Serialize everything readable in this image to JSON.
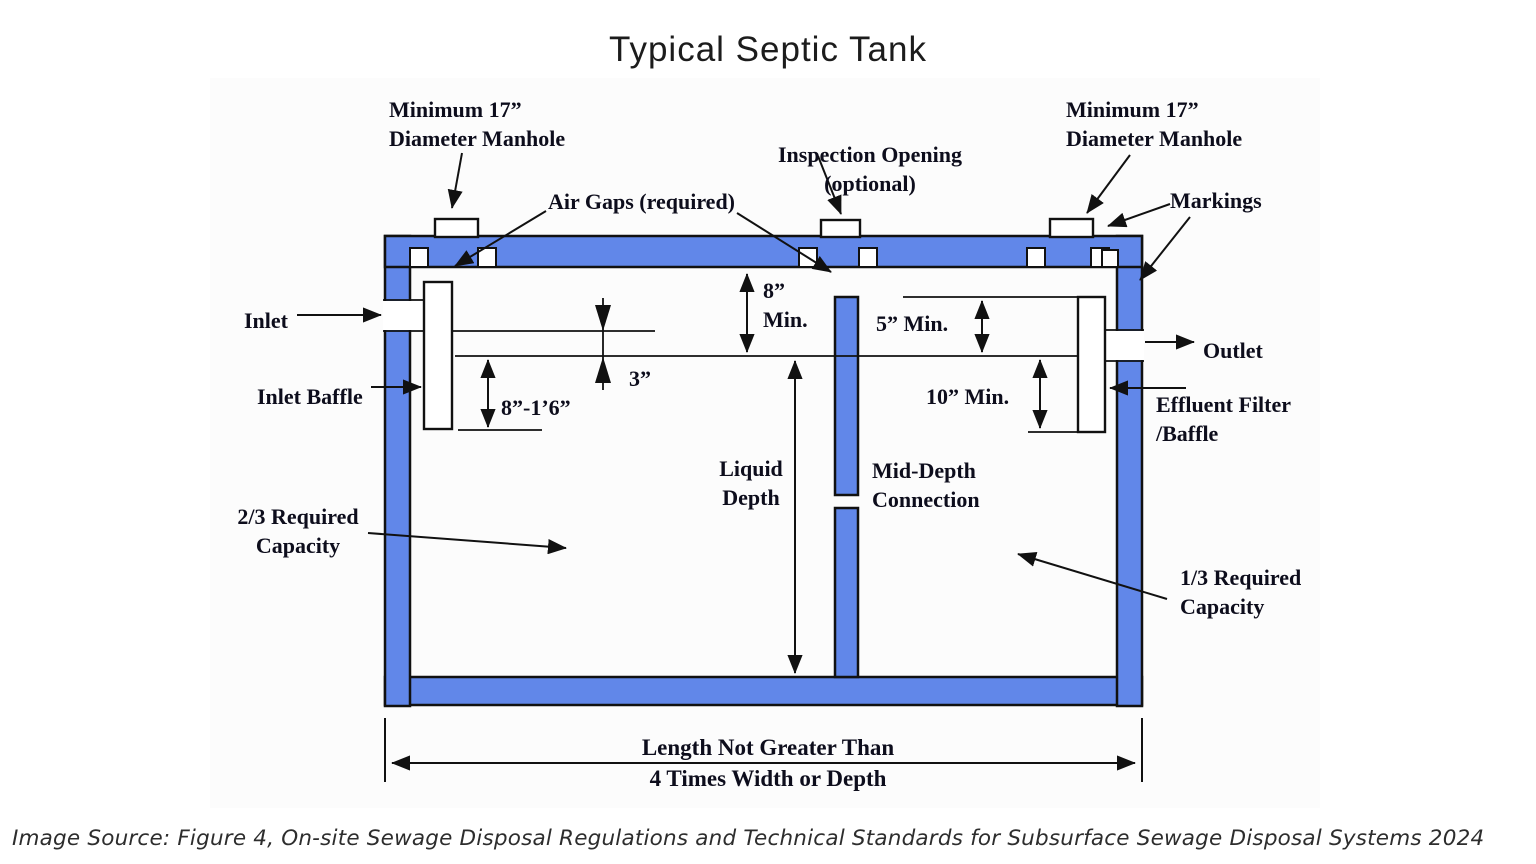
{
  "title": "Typical Septic Tank",
  "caption": "Image Source: Figure 4, On-site Sewage Disposal Regulations and Technical Standards for Subsurface Sewage Disposal Systems 2024",
  "colors": {
    "tank_fill": "#6187E9",
    "line": "#111111",
    "label_text": "#0d0d1c"
  },
  "labels": {
    "manhole_left": "Minimum  17”\nDiameter Manhole",
    "manhole_right": "Minimum  17”\nDiameter Manhole",
    "inspection_opening": "Inspection Opening\n(optional)",
    "air_gaps": "Air Gaps (required)",
    "markings": "Markings",
    "inlet": "Inlet",
    "inlet_baffle": "Inlet Baffle",
    "outlet": "Outlet",
    "effluent_filter": "Effluent Filter\n/Baffle",
    "liquid_depth": "Liquid\nDepth",
    "mid_depth_connection": "Mid-Depth\nConnection",
    "capacity_two_thirds": "2/3 Required\nCapacity",
    "capacity_one_third": "1/3 Required\nCapacity",
    "length_note": "Length Not Greater Than\n4 Times Width or Depth"
  },
  "dimensions": {
    "air_space_min": "8”\nMin.",
    "scum_clearance_min": "5” Min.",
    "outlet_penetration_min": "10” Min.",
    "inlet_drop": "3”",
    "inlet_baffle_depth": "8”-1’6”"
  }
}
